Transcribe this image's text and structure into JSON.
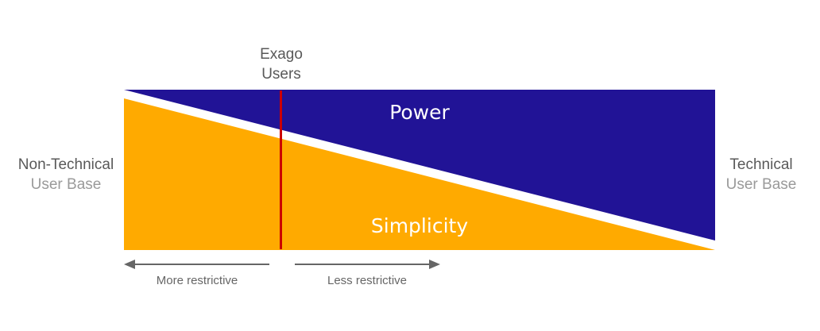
{
  "top_label": {
    "line1": "Exago",
    "line2": "Users"
  },
  "left_label": {
    "line1": "Non-Technical",
    "line2": "User Base"
  },
  "right_label": {
    "line1": "Technical",
    "line2": "User Base"
  },
  "power_label": "Power",
  "simplicity_label": "Simplicity",
  "arrow_left_label": "More restrictive",
  "arrow_right_label": "Less restrictive",
  "colors": {
    "power": "#211396",
    "simplicity": "#FFAA00",
    "marker": "#CC0000",
    "dark_text": "#595959",
    "light_text": "#9a9a9a",
    "arrow": "#666666"
  }
}
